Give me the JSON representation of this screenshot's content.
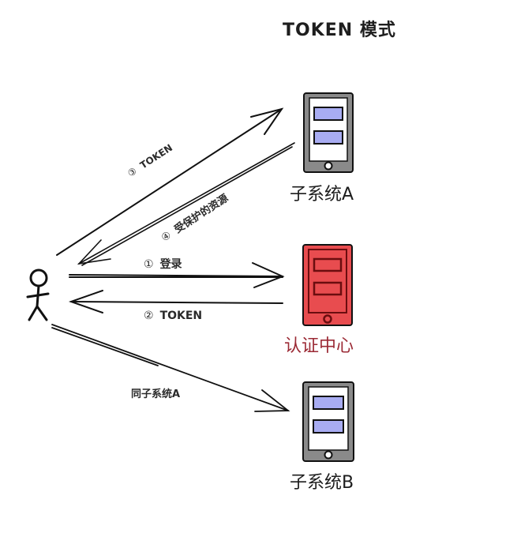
{
  "title": "TOKEN 模式",
  "colors": {
    "device_body": "#8a8a8a",
    "device_screen": "#ffffff",
    "device_block": "#a8acf2",
    "auth_body": "#e84c4f",
    "auth_dark": "#6b0d0f",
    "auth_label": "#9b2a35",
    "stroke": "#111111"
  },
  "nodes": {
    "user": {
      "icon": "stick-figure-icon"
    },
    "subsystem_a": {
      "label": "子系统A",
      "icon": "tablet-icon"
    },
    "auth_center": {
      "label": "认证中心",
      "icon": "tablet-icon"
    },
    "subsystem_b": {
      "label": "子系统B",
      "icon": "tablet-icon"
    }
  },
  "edges": {
    "login": {
      "step": "①",
      "text": "登录"
    },
    "token_return": {
      "step": "②",
      "text": "TOKEN"
    },
    "token_to_a": {
      "step": "③",
      "text": "TOKEN"
    },
    "protected_resource": {
      "step": "④",
      "text": "受保护的资源"
    },
    "same_as_a": {
      "text": "同子系统A"
    }
  }
}
